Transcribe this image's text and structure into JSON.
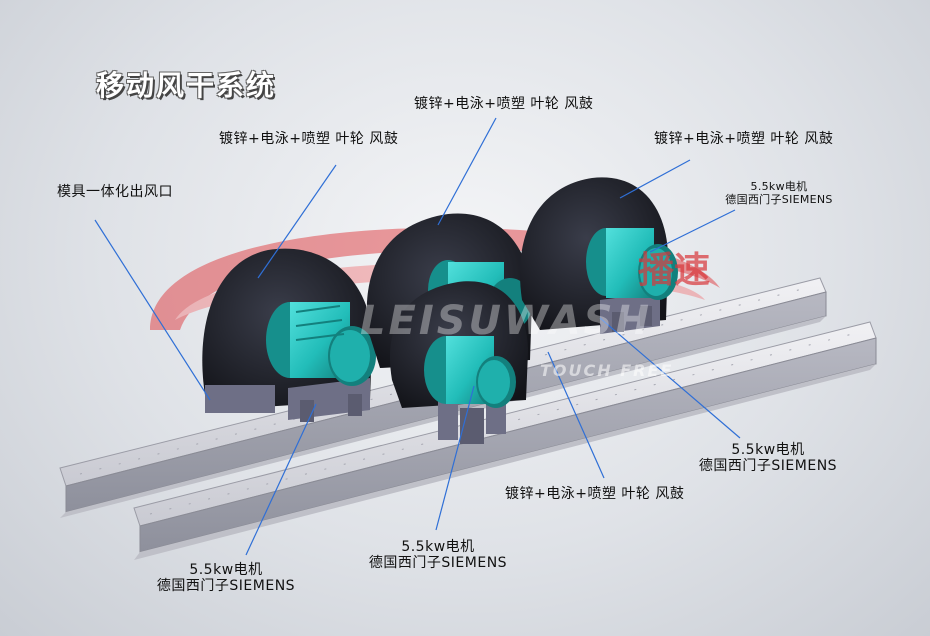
{
  "title": "移动风干系统",
  "labels": {
    "fan_top": "镀锌+电泳+喷塑 叶轮 风鼓",
    "fan_left": "镀锌+电泳+喷塑 叶轮 风鼓",
    "fan_right": "镀锌+电泳+喷塑 叶轮 风鼓",
    "fan_bottom": "镀锌+电泳+喷塑 叶轮 风鼓",
    "outlet": "模具一体化出风口",
    "motor_right_line1": "5.5kw电机",
    "motor_right_line2": "德国西门子SIEMENS",
    "motor_mid_right_line1": "5.5kw电机",
    "motor_mid_right_line2": "德国西门子SIEMENS",
    "motor_bottom_center_line1": "5.5kw电机",
    "motor_bottom_center_line2": "德国西门子SIEMENS",
    "motor_bottom_left_line1": "5.5kw电机",
    "motor_bottom_left_line2": "德国西门子SIEMENS"
  },
  "watermark": {
    "chinese": "播速",
    "latin": "LEISUWASH",
    "tagline": "TOUCH FREE"
  },
  "colors": {
    "fan_housing": "#1a1c24",
    "motor": "#22bdb9",
    "motor_dark": "#168f8c",
    "mount": "#6e6f86",
    "rail": "#dcdde3",
    "leader_line": "#2f6fd6",
    "watermark_red": "#d9363a"
  }
}
